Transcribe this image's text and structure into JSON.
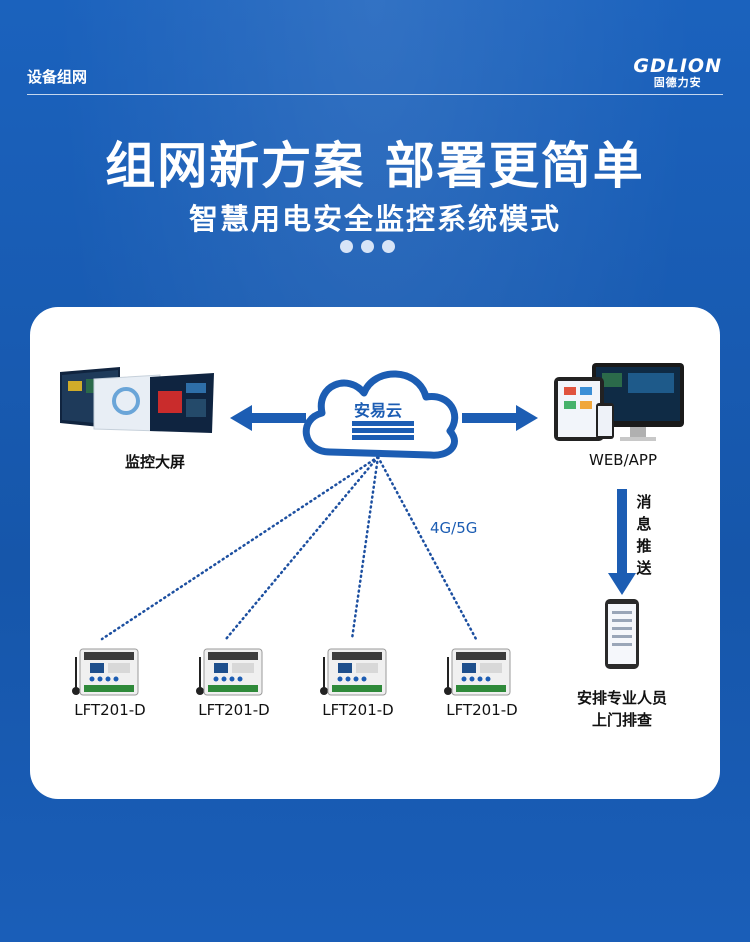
{
  "header": {
    "section_label": "设备组网",
    "brand_en": "GDLION",
    "brand_cn": "固德力安"
  },
  "hero": {
    "title": "组网新方案 部署更简单",
    "subtitle": "智慧用电安全监控系统模式"
  },
  "diagram": {
    "cloud_label": "安易云",
    "monitor_label": "监控大屏",
    "web_label": "WEB/APP",
    "network_label": "4G/5G",
    "push_label": [
      "消",
      "息",
      "推",
      "送"
    ],
    "dispatch_line1": "安排专业人员",
    "dispatch_line2": "上门排查",
    "devices": [
      {
        "label": "LFT201-D"
      },
      {
        "label": "LFT201-D"
      },
      {
        "label": "LFT201-D"
      },
      {
        "label": "LFT201-D"
      }
    ]
  },
  "colors": {
    "background": "#1a5cb4",
    "accent_blue": "#1c5db3",
    "card": "#ffffff"
  }
}
